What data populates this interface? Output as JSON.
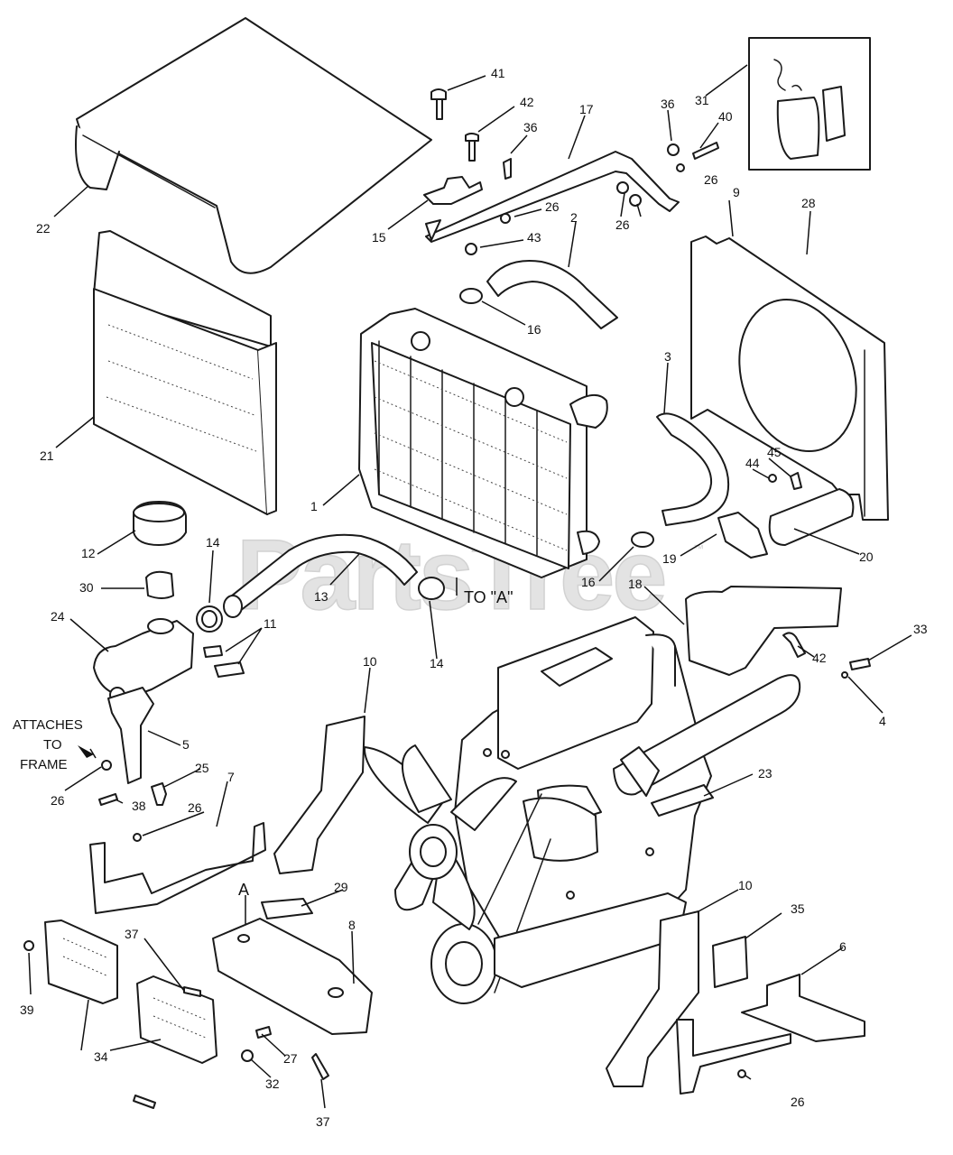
{
  "watermark": {
    "text": "PartsTree",
    "mark": "™"
  },
  "notes": {
    "attaches_line1": "ATTACHES",
    "attaches_line2": "TO",
    "attaches_line3": "FRAME",
    "to_a": "TO \"A\"",
    "point_a": "A"
  },
  "callouts": [
    {
      "id": "c41",
      "label": "41"
    },
    {
      "id": "c42a",
      "label": "42"
    },
    {
      "id": "c36a",
      "label": "36"
    },
    {
      "id": "c17",
      "label": "17"
    },
    {
      "id": "c36b",
      "label": "36"
    },
    {
      "id": "c40",
      "label": "40"
    },
    {
      "id": "c31",
      "label": "31"
    },
    {
      "id": "c22",
      "label": "22"
    },
    {
      "id": "c26a",
      "label": "26"
    },
    {
      "id": "c2",
      "label": "2"
    },
    {
      "id": "c26b",
      "label": "26"
    },
    {
      "id": "c26c",
      "label": "26"
    },
    {
      "id": "c9",
      "label": "9"
    },
    {
      "id": "c28",
      "label": "28"
    },
    {
      "id": "c15",
      "label": "15"
    },
    {
      "id": "c43",
      "label": "43"
    },
    {
      "id": "c16a",
      "label": "16"
    },
    {
      "id": "c3",
      "label": "3"
    },
    {
      "id": "c21",
      "label": "21"
    },
    {
      "id": "c1",
      "label": "1"
    },
    {
      "id": "c44",
      "label": "44"
    },
    {
      "id": "c45",
      "label": "45"
    },
    {
      "id": "c12",
      "label": "12"
    },
    {
      "id": "c14a",
      "label": "14"
    },
    {
      "id": "c30",
      "label": "30"
    },
    {
      "id": "c13",
      "label": "13"
    },
    {
      "id": "c16b",
      "label": "16"
    },
    {
      "id": "c19",
      "label": "19"
    },
    {
      "id": "c20",
      "label": "20"
    },
    {
      "id": "c18",
      "label": "18"
    },
    {
      "id": "c24",
      "label": "24"
    },
    {
      "id": "c11",
      "label": "11"
    },
    {
      "id": "c14b",
      "label": "14"
    },
    {
      "id": "c33",
      "label": "33"
    },
    {
      "id": "c42b",
      "label": "42"
    },
    {
      "id": "c10a",
      "label": "10"
    },
    {
      "id": "c4",
      "label": "4"
    },
    {
      "id": "c5",
      "label": "5"
    },
    {
      "id": "c25",
      "label": "25"
    },
    {
      "id": "c23",
      "label": "23"
    },
    {
      "id": "c26d",
      "label": "26"
    },
    {
      "id": "c38",
      "label": "38"
    },
    {
      "id": "c7",
      "label": "7"
    },
    {
      "id": "c26e",
      "label": "26"
    },
    {
      "id": "c29",
      "label": "29"
    },
    {
      "id": "c10b",
      "label": "10"
    },
    {
      "id": "c35",
      "label": "35"
    },
    {
      "id": "c37a",
      "label": "37"
    },
    {
      "id": "c8",
      "label": "8"
    },
    {
      "id": "c6",
      "label": "6"
    },
    {
      "id": "c39",
      "label": "39"
    },
    {
      "id": "c27",
      "label": "27"
    },
    {
      "id": "c34",
      "label": "34"
    },
    {
      "id": "c32",
      "label": "32"
    },
    {
      "id": "c26f",
      "label": "26"
    },
    {
      "id": "c37b",
      "label": "37"
    }
  ]
}
